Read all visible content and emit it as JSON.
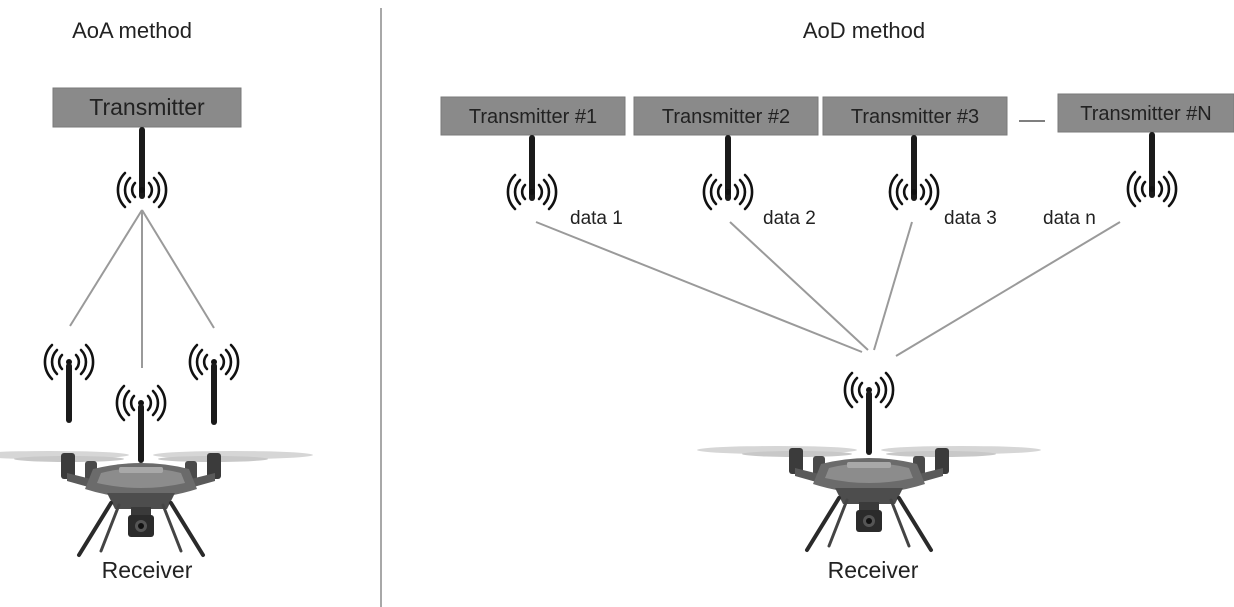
{
  "aoa": {
    "title": "AoA method",
    "transmitter_label": "Transmitter",
    "receiver_label": "Receiver"
  },
  "aod": {
    "title": "AoD method",
    "transmitters": [
      {
        "label": "Transmitter #1",
        "data_label": "data 1"
      },
      {
        "label": "Transmitter #2",
        "data_label": "data 2"
      },
      {
        "label": "Transmitter #3",
        "data_label": "data 3"
      },
      {
        "label": "Transmitter #N",
        "data_label": "data n"
      }
    ],
    "receiver_label": "Receiver"
  },
  "icons": {
    "antenna": "antenna-signal-icon",
    "drone": "drone-icon"
  },
  "colors": {
    "transmitter_box": "#8a8a8a",
    "link_line": "#9a9a9a",
    "divider": "#8c8c8c"
  }
}
